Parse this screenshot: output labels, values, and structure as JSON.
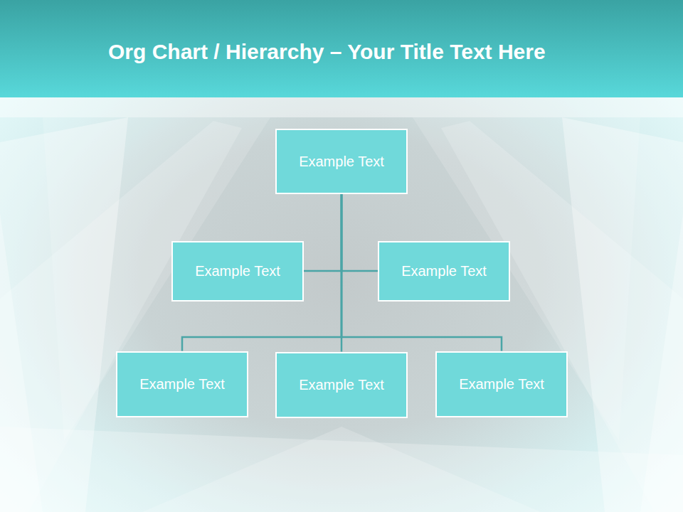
{
  "diagram": {
    "title": "Org Chart / Hierarchy – Your Title Text Here",
    "nodes": [
      {
        "text": [
          "Example Text"
        ]
      },
      {
        "text": [
          "Example Text"
        ]
      },
      {
        "text": [
          "Example Text"
        ]
      },
      {
        "text": [
          "Example Text"
        ]
      },
      {
        "text": [
          "Example Text"
        ]
      },
      {
        "text": [
          "Example Text"
        ]
      }
    ],
    "edges": [
      {
        "from": 0,
        "to": 1,
        "arrow": "none"
      },
      {
        "from": 0,
        "to": 2,
        "arrow": "none"
      },
      {
        "from": 0,
        "to": 3,
        "arrow": "none"
      },
      {
        "from": 0,
        "to": 4,
        "arrow": "none"
      },
      {
        "from": 0,
        "to": 5,
        "arrow": "none"
      }
    ]
  }
}
